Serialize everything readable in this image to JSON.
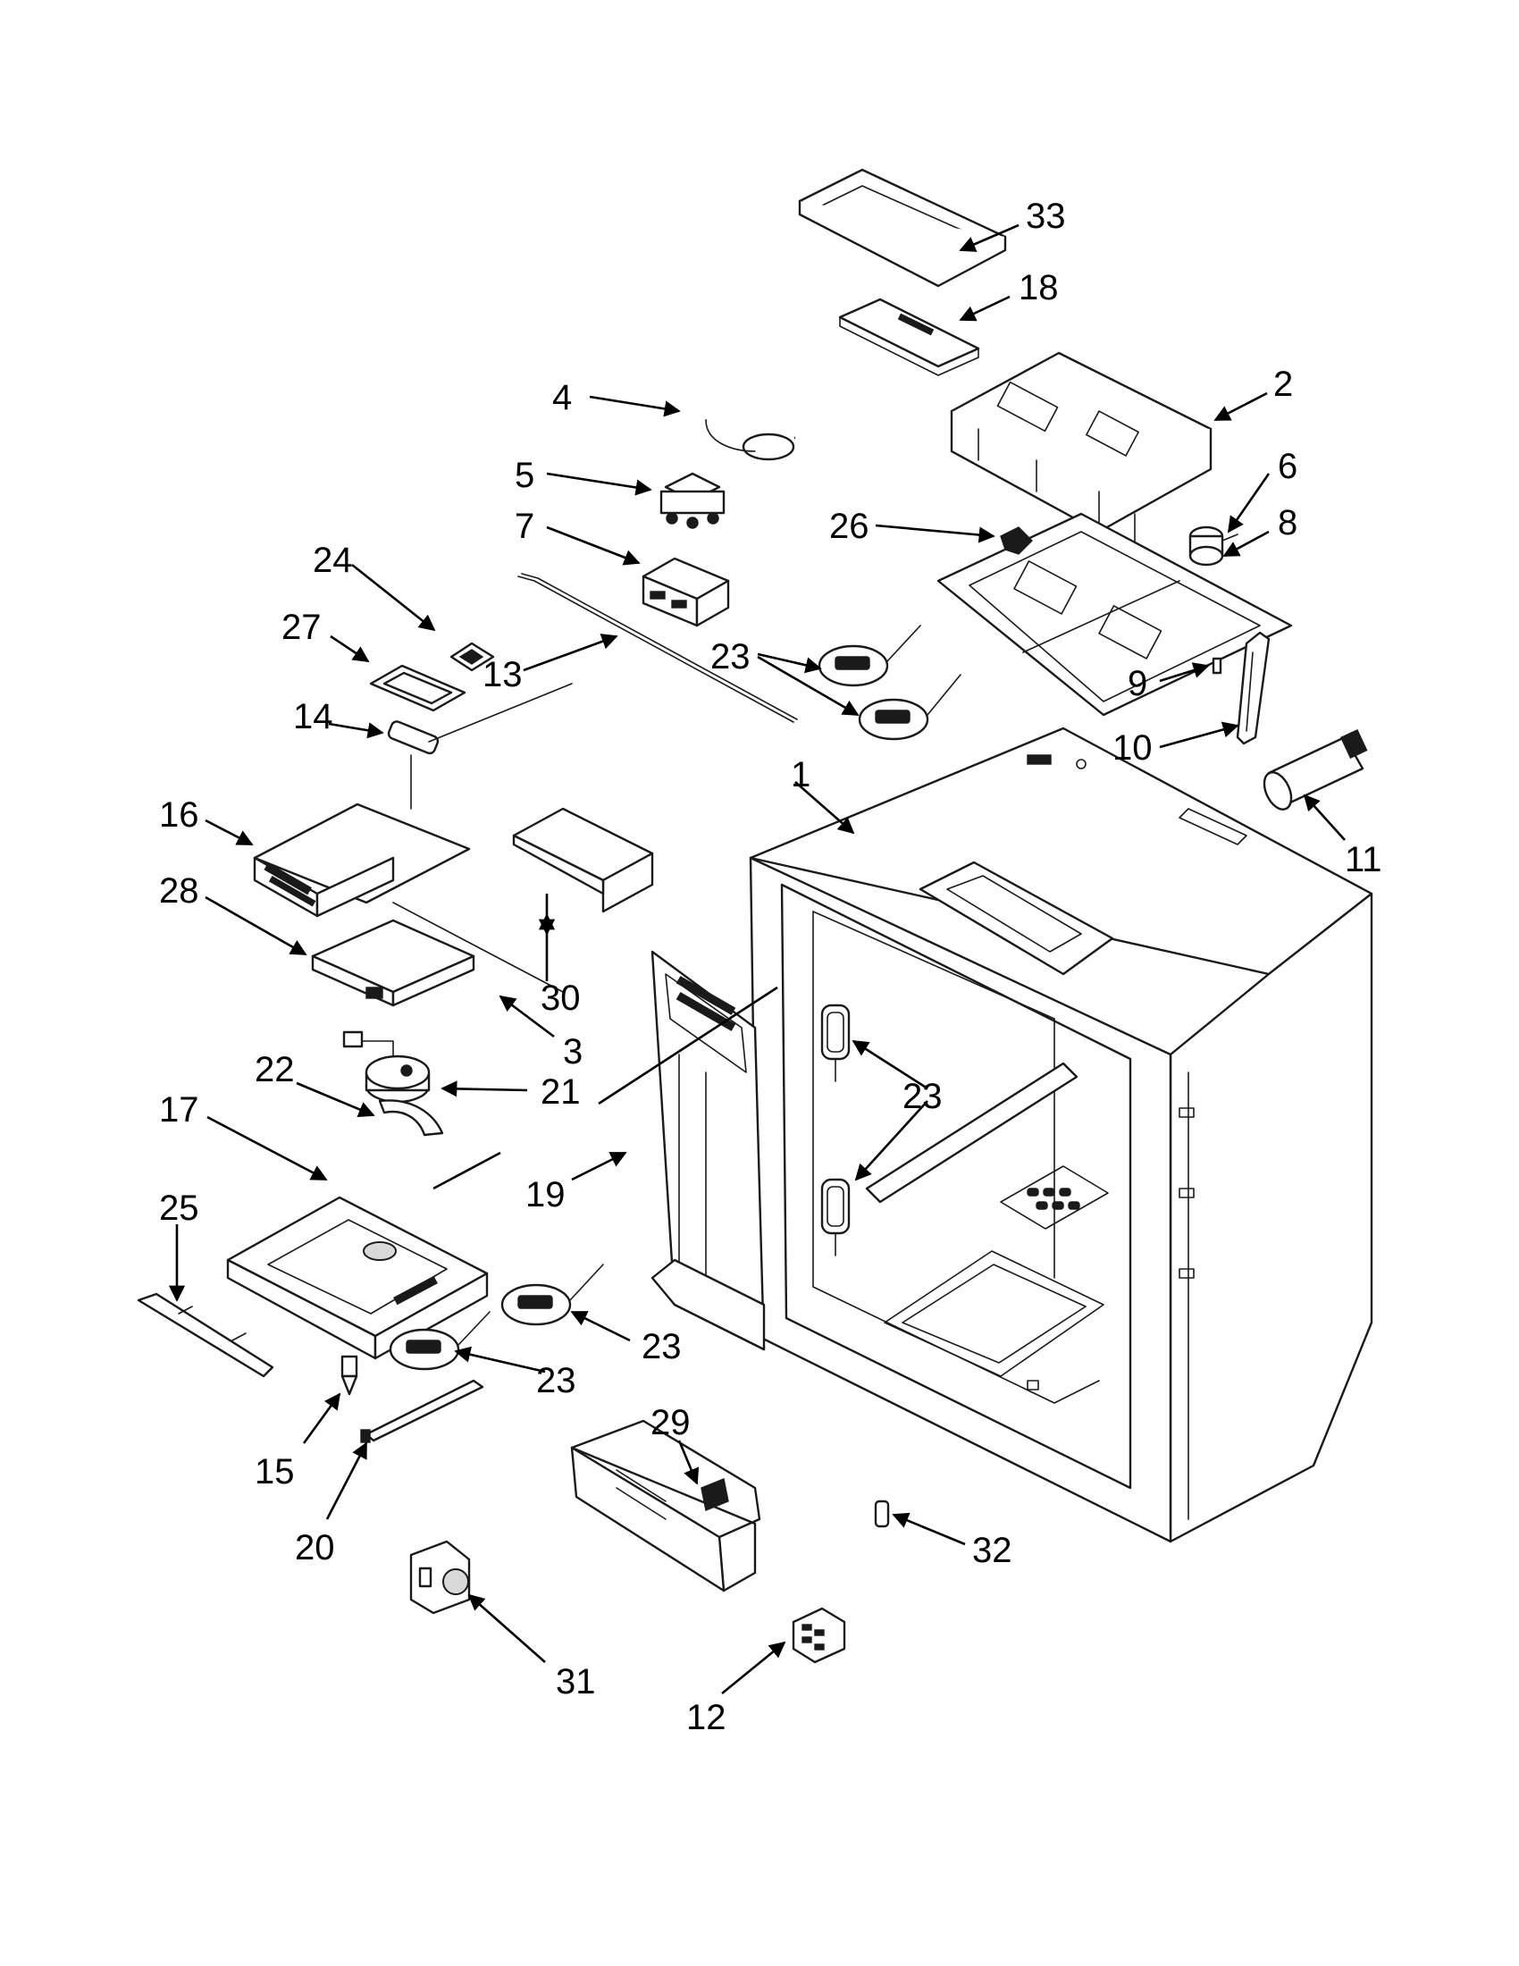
{
  "callouts": [
    {
      "id": "1",
      "label": "1"
    },
    {
      "id": "2",
      "label": "2"
    },
    {
      "id": "3",
      "label": "3"
    },
    {
      "id": "4",
      "label": "4"
    },
    {
      "id": "5",
      "label": "5"
    },
    {
      "id": "6",
      "label": "6"
    },
    {
      "id": "7",
      "label": "7"
    },
    {
      "id": "8",
      "label": "8"
    },
    {
      "id": "9",
      "label": "9"
    },
    {
      "id": "10",
      "label": "10"
    },
    {
      "id": "11",
      "label": "11"
    },
    {
      "id": "12",
      "label": "12"
    },
    {
      "id": "13",
      "label": "13"
    },
    {
      "id": "14",
      "label": "14"
    },
    {
      "id": "15",
      "label": "15"
    },
    {
      "id": "16",
      "label": "16"
    },
    {
      "id": "17",
      "label": "17"
    },
    {
      "id": "18",
      "label": "18"
    },
    {
      "id": "19",
      "label": "19"
    },
    {
      "id": "20",
      "label": "20"
    },
    {
      "id": "21",
      "label": "21"
    },
    {
      "id": "22",
      "label": "22"
    },
    {
      "id": "23a",
      "label": "23"
    },
    {
      "id": "23b",
      "label": "23"
    },
    {
      "id": "23c",
      "label": "23"
    },
    {
      "id": "23d",
      "label": "23"
    },
    {
      "id": "24",
      "label": "24"
    },
    {
      "id": "25",
      "label": "25"
    },
    {
      "id": "26",
      "label": "26"
    },
    {
      "id": "27",
      "label": "27"
    },
    {
      "id": "28",
      "label": "28"
    },
    {
      "id": "29",
      "label": "29"
    },
    {
      "id": "30",
      "label": "30"
    },
    {
      "id": "31",
      "label": "31"
    },
    {
      "id": "32",
      "label": "32"
    },
    {
      "id": "33",
      "label": "33"
    }
  ]
}
